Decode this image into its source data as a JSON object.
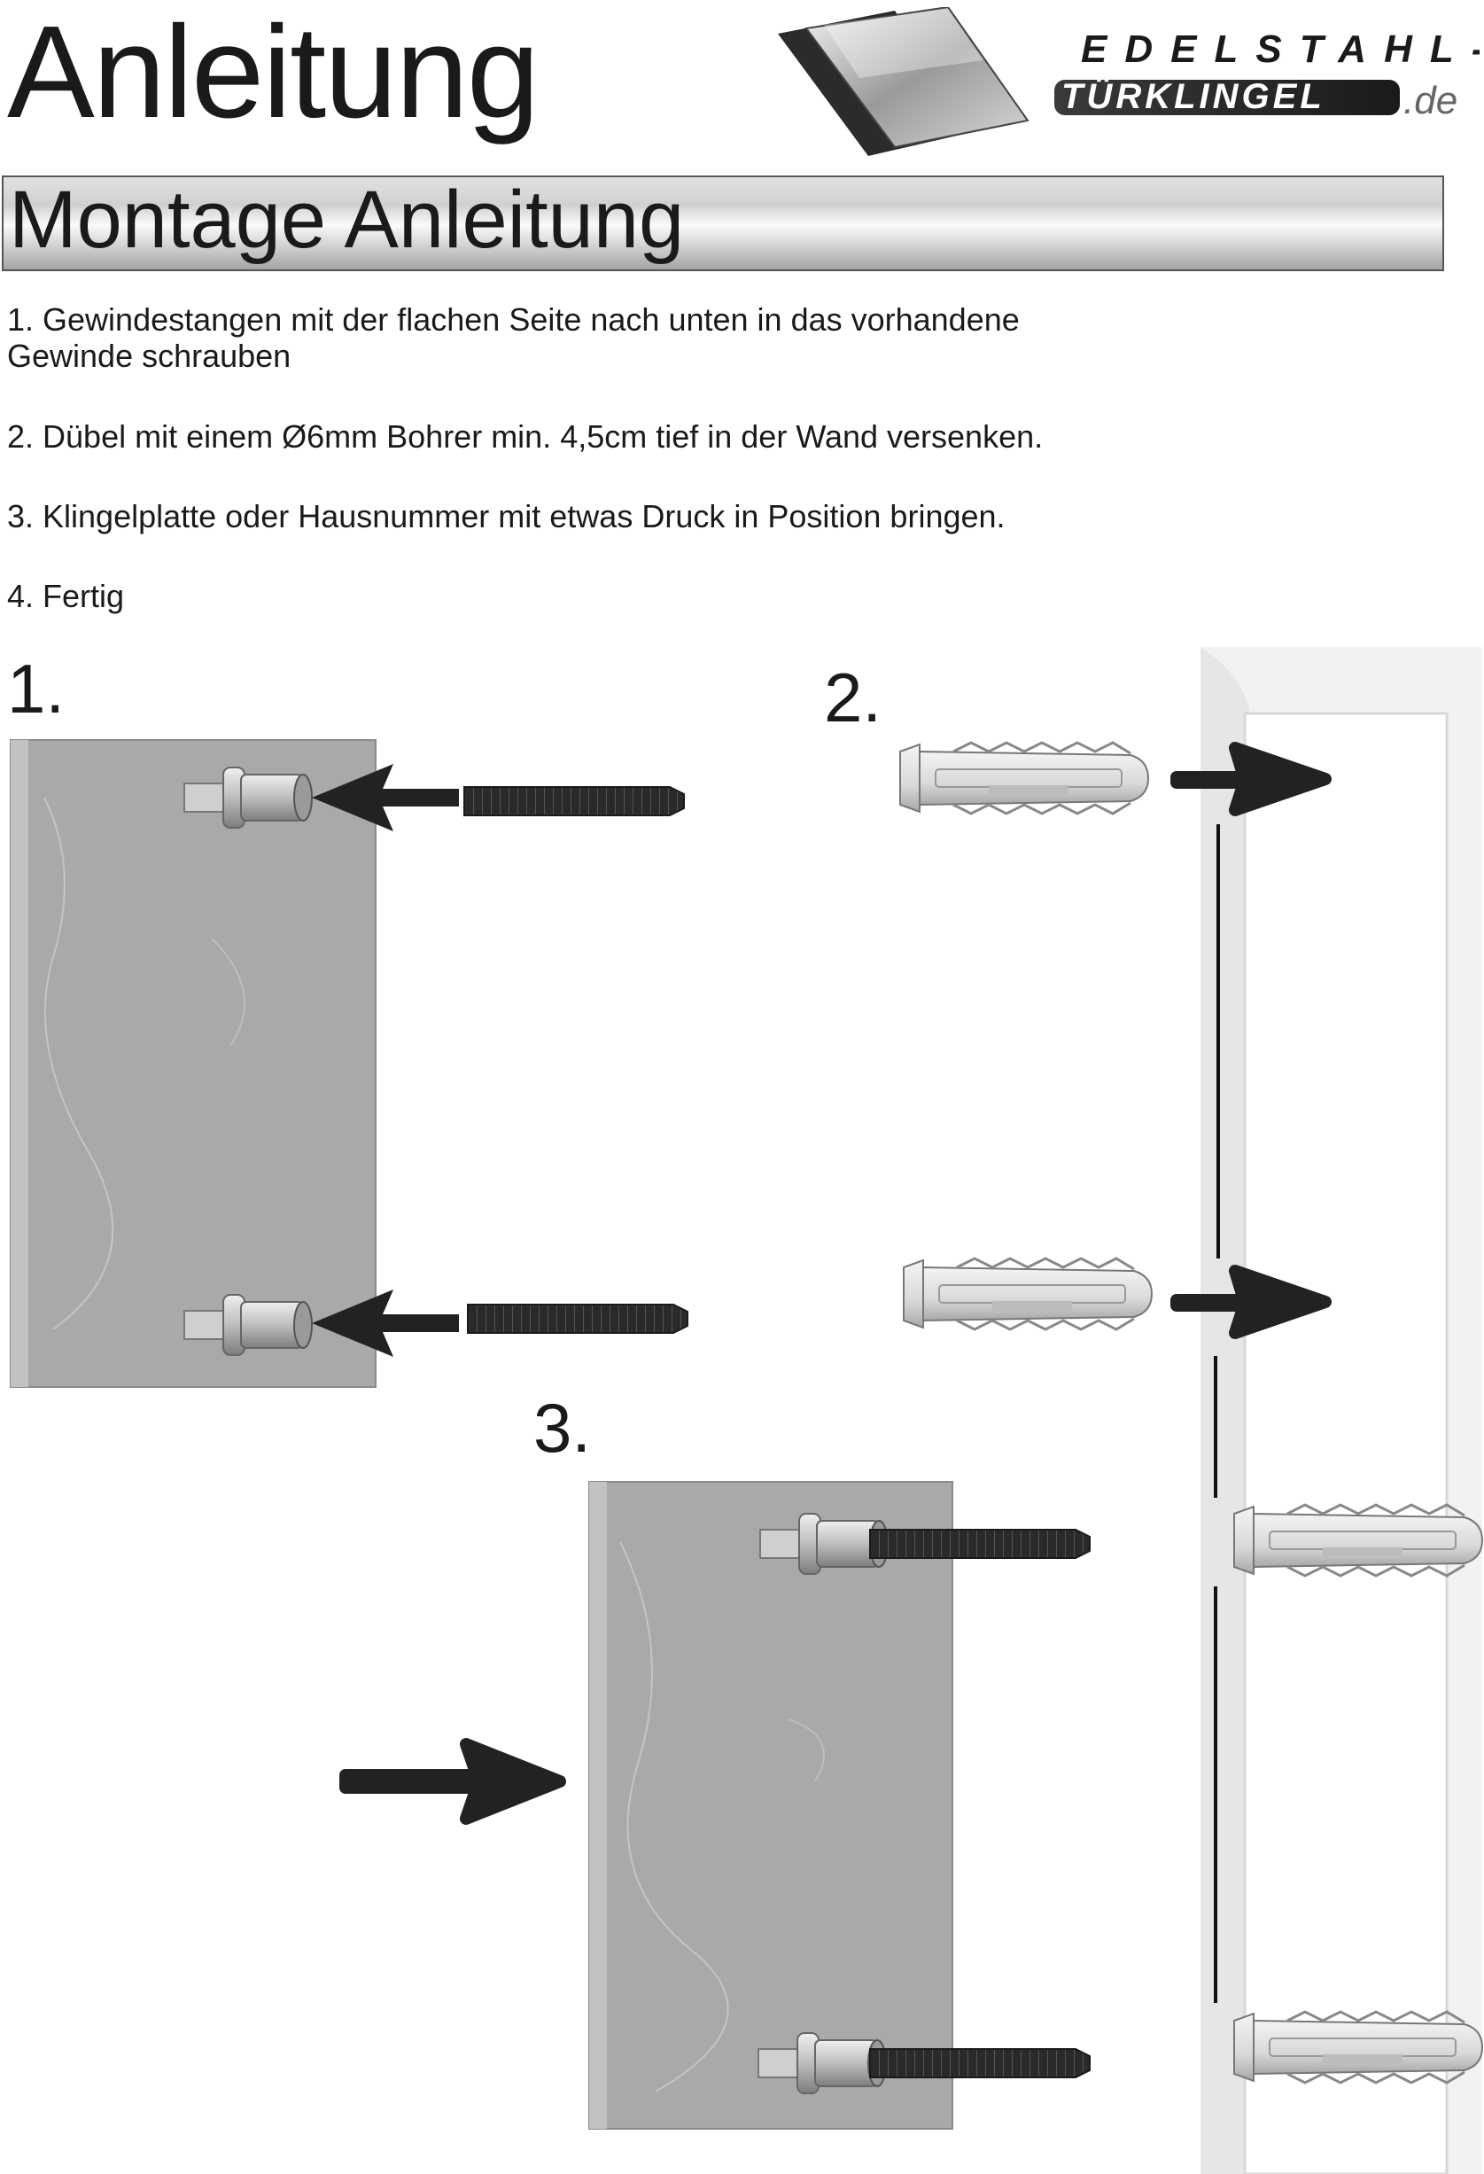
{
  "header": {
    "title": "Anleitung",
    "logo": {
      "line1": "EDELSTAHL-",
      "line2": "TÜRKLINGEL",
      "suffix": ".de"
    }
  },
  "section": {
    "title": "Montage Anleitung"
  },
  "steps": [
    {
      "line1": "1. Gewindestangen mit der flachen Seite nach unten in das vorhandene",
      "line2": "Gewinde schrauben"
    },
    {
      "line1": "2. Dübel mit einem Ø6mm Bohrer min. 4,5cm tief in der Wand versenken."
    },
    {
      "line1": "3. Klingelplatte oder Hausnummer mit etwas Druck in Position bringen."
    },
    {
      "line1": "4. Fertig"
    }
  ],
  "figures": {
    "fig1_label": "1.",
    "fig2_label": "2.",
    "fig3_label": "3."
  },
  "colors": {
    "plate": "#a9a9a9",
    "rod": "#2a2a2a",
    "arrow": "#222222",
    "wall": "#f4f4f4"
  },
  "icons": [
    "arrow-right-icon",
    "arrow-left-icon",
    "threaded-rod-icon",
    "wall-plug-icon",
    "standoff-icon"
  ]
}
